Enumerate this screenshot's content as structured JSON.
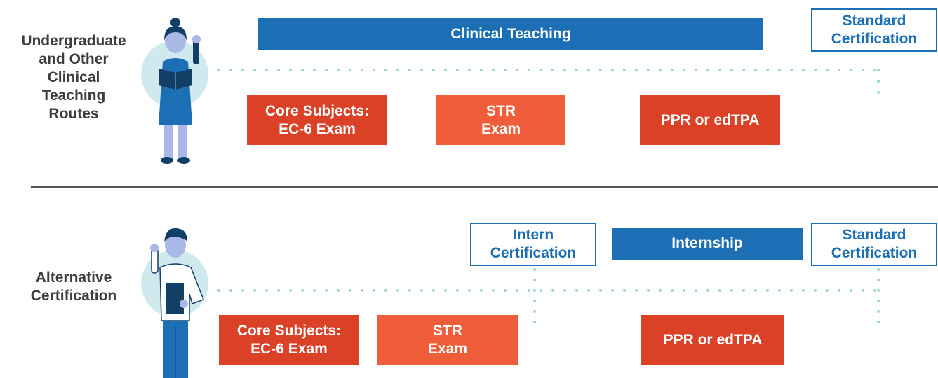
{
  "colors": {
    "blue": "#1c6fb5",
    "red": "#db4127",
    "orange": "#ef5d3a",
    "dots": "#9fd3dc",
    "divider": "#555555",
    "label_text": "#3d3d3d"
  },
  "top_route": {
    "label": "Undergraduate\nand Other\nClinical\nTeaching\nRoutes",
    "clinical_teaching": "Clinical Teaching",
    "standard_certification": "Standard\nCertification",
    "core_subjects": "Core Subjects:\nEC-6 Exam",
    "str_exam": "STR\nExam",
    "ppr": "PPR or edTPA"
  },
  "bottom_route": {
    "label": "Alternative\nCertification",
    "intern_certification": "Intern\nCertification",
    "internship": "Internship",
    "standard_certification": "Standard\nCertification",
    "core_subjects": "Core Subjects:\nEC-6 Exam",
    "str_exam": "STR\nExam",
    "ppr": "PPR or edTPA"
  }
}
